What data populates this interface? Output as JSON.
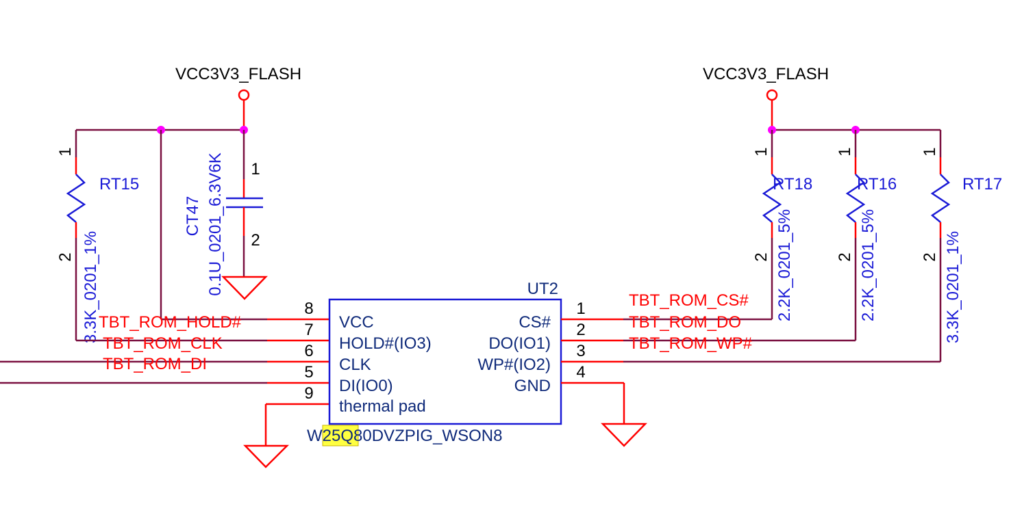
{
  "power_labels": [
    "VCC3V3_FLASH",
    "VCC3V3_FLASH"
  ],
  "resistors": [
    {
      "ref": "RT15",
      "value": "3.3K_0201_1%",
      "pin1": "1",
      "pin2": "2"
    },
    {
      "ref": "RT18",
      "value": "2.2K_0201_5%",
      "pin1": "1",
      "pin2": "2"
    },
    {
      "ref": "RT16",
      "value": "2.2K_0201_5%",
      "pin1": "1",
      "pin2": "2"
    },
    {
      "ref": "RT17",
      "value": "3.3K_0201_1%",
      "pin1": "1",
      "pin2": "2"
    }
  ],
  "capacitor": {
    "ref": "CT47",
    "value": "0.1U_0201_6.3V6K",
    "pin1": "1",
    "pin2": "2"
  },
  "chip": {
    "ref": "UT2",
    "part_prefix": "W",
    "part_highlight": "25Q",
    "part_suffix": "80DVZPIG_WSON8",
    "highlight_color": "#ffff40",
    "left_pins": [
      {
        "num": "8",
        "name": "VCC"
      },
      {
        "num": "7",
        "name": "HOLD#(IO3)"
      },
      {
        "num": "6",
        "name": "CLK"
      },
      {
        "num": "5",
        "name": "DI(IO0)"
      },
      {
        "num": "9",
        "name": "thermal pad"
      }
    ],
    "right_pins": [
      {
        "num": "1",
        "name": "CS#"
      },
      {
        "num": "2",
        "name": "DO(IO1)"
      },
      {
        "num": "3",
        "name": "WP#(IO2)"
      },
      {
        "num": "4",
        "name": "GND"
      }
    ]
  },
  "nets": {
    "hold": "TBT_ROM_HOLD#",
    "clk": "TBT_ROM_CLK",
    "di": "TBT_ROM_DI",
    "cs": "TBT_ROM_CS#",
    "do": "TBT_ROM_DO",
    "wp": "TBT_ROM_WP#"
  },
  "colors": {
    "wire": "#7a1040",
    "pin": "#ff0000",
    "component": "#1a1ad6",
    "junction": "#ff00ff",
    "net_label": "#ff0000"
  }
}
